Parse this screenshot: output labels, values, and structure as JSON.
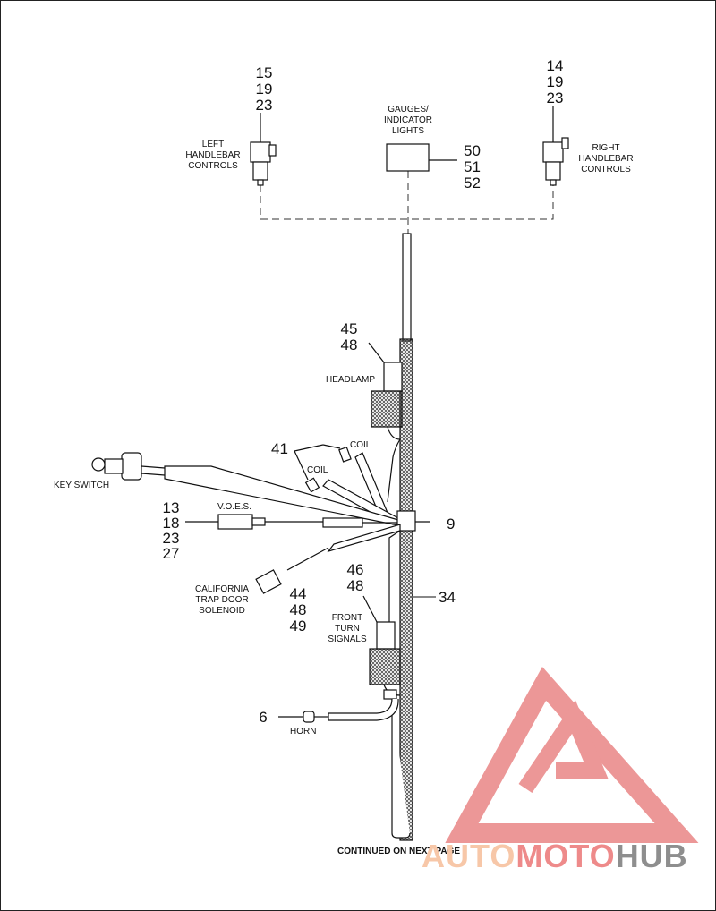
{
  "labels": {
    "left_controls": [
      "LEFT",
      "HANDLEBAR",
      "CONTROLS"
    ],
    "right_controls": [
      "RIGHT",
      "HANDLEBAR",
      "CONTROLS"
    ],
    "gauges": [
      "GAUGES/",
      "INDICATOR",
      "LIGHTS"
    ],
    "headlamp": "HEADLAMP",
    "coil_upper": "COIL",
    "coil_lower": "COIL",
    "key_switch": "KEY SWITCH",
    "voes": "V.O.E.S.",
    "california": [
      "CALIFORNIA",
      "TRAP DOOR",
      "SOLENOID"
    ],
    "front_turn": [
      "FRONT",
      "TURN",
      "SIGNALS"
    ],
    "horn": "HORN",
    "continued": "CONTINUED ON NEXT PAGE"
  },
  "callouts": {
    "left_controls": [
      "15",
      "19",
      "23"
    ],
    "right_controls": [
      "14",
      "19",
      "23"
    ],
    "gauges": [
      "50",
      "51",
      "52"
    ],
    "headlamp": [
      "45",
      "48"
    ],
    "coil": "41",
    "voes": [
      "13",
      "18",
      "23",
      "27"
    ],
    "junction": "9",
    "harness": "34",
    "front_turn": [
      "46",
      "48"
    ],
    "california": [
      "44",
      "48",
      "49"
    ],
    "horn": "6"
  },
  "watermark": {
    "part1": "AUTO",
    "part2": "MOTO",
    "part3": "HUB",
    "colors": {
      "auto": "#f7c7a8",
      "moto": "#ee8a8a",
      "hub": "#8e8e8e",
      "logo": "#e98585"
    }
  }
}
